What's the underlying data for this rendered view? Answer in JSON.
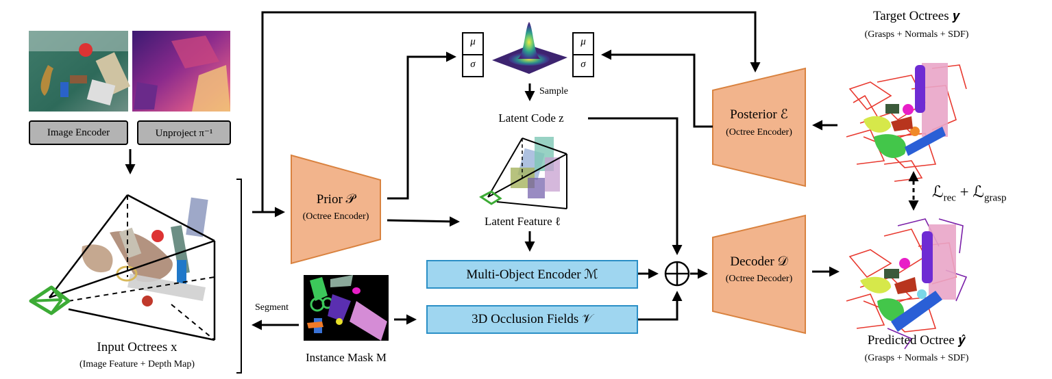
{
  "buttons": {
    "image_encoder": "Image Encoder",
    "unproject": "Unproject π⁻¹"
  },
  "prior": {
    "name": "Prior 𝒫",
    "sub": "(Octree Encoder)"
  },
  "posterior": {
    "name": "Posterior ℰ",
    "sub": "(Octree Encoder)"
  },
  "decoder": {
    "name": "Decoder 𝒟",
    "sub": "(Octree Decoder)"
  },
  "distribution": {
    "mu": "μ",
    "sigma": "σ",
    "sample": "Sample"
  },
  "latent_code": "Latent Code z",
  "latent_feature": "Latent Feature ℓ",
  "multi_object_encoder": "Multi-Object Encoder ℳ",
  "occlusion_fields": "3D Occlusion Fields 𝒱",
  "segment": "Segment",
  "instance_mask": "Instance Mask M",
  "input_octrees": {
    "title": "Input Octrees x",
    "sub": "(Image Feature + Depth Map)"
  },
  "target_octrees": {
    "title": "Target Octrees 𝒚",
    "sub": "(Grasps + Normals + SDF)"
  },
  "predicted_octree": {
    "title": "Predicted Octree 𝒚̂",
    "sub": "(Grasps + Normals + SDF)"
  },
  "loss": "ℒrec + ℒgrasp",
  "loss_parts": {
    "rec_main": "ℒ",
    "rec_sub": "rec",
    "plus": " + ",
    "grasp_main": "ℒ",
    "grasp_sub": "grasp"
  },
  "colors": {
    "encoder_fill": "#f2b48c",
    "encoder_stroke": "#d9823f",
    "module_fill": "#9fd6f0",
    "module_stroke": "#2a8fc6",
    "camera": "#3cab35"
  }
}
